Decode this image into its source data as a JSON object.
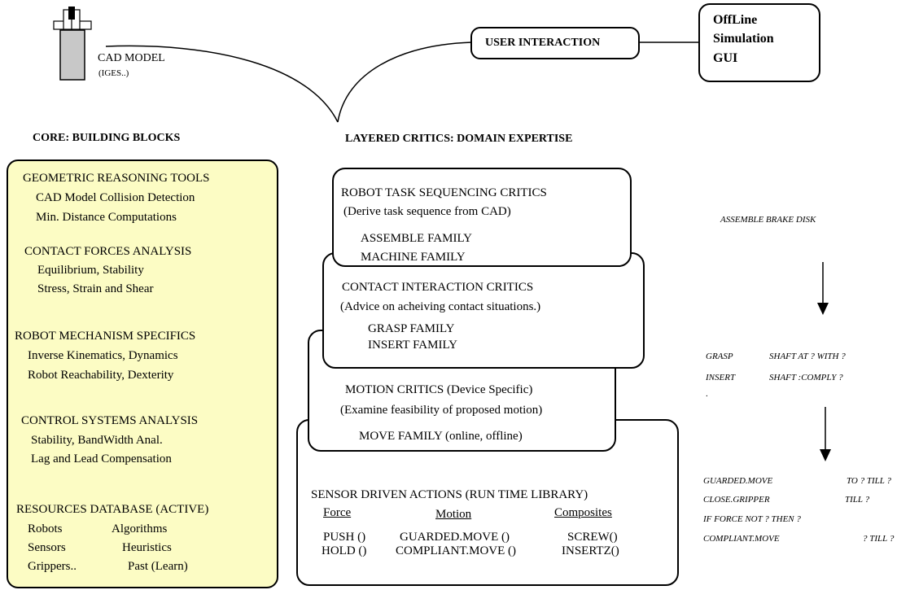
{
  "cad": {
    "title": "CAD  MODEL",
    "subtitle": "(IGES..)"
  },
  "user_interaction": "USER INTERACTION",
  "offline_gui": {
    "line1": "OffLine",
    "line2": "Simulation",
    "line3": "GUI"
  },
  "core_header": "CORE: BUILDING BLOCKS",
  "layered_header": "LAYERED CRITICS: DOMAIN EXPERTISE",
  "core": {
    "geo_title": "GEOMETRIC  REASONING TOOLS",
    "geo_1": "CAD Model Collision Detection",
    "geo_2": "Min. Distance Computations",
    "contact_title": "CONTACT FORCES ANALYSIS",
    "contact_1": "Equilibrium, Stability",
    "contact_2": "Stress, Strain and Shear",
    "robot_title": "ROBOT MECHANISM SPECIFICS",
    "robot_1": "Inverse Kinematics, Dynamics",
    "robot_2": "Robot Reachability, Dexterity",
    "control_title": "CONTROL SYSTEMS ANALYSIS",
    "control_1": "Stability, BandWidth Anal.",
    "control_2": "Lag and Lead Compensation",
    "resources_title": "RESOURCES DATABASE (ACTIVE)",
    "res_robots": "Robots",
    "res_algorithms": "Algorithms",
    "res_sensors": "Sensors",
    "res_heuristics": "Heuristics",
    "res_grippers": "Grippers..",
    "res_past": "Past (Learn)"
  },
  "layers": {
    "task_title": "ROBOT TASK SEQUENCING CRITICS",
    "task_sub": "(Derive task sequence from CAD)",
    "task_f1": "ASSEMBLE  FAMILY",
    "task_f2": "MACHINE  FAMILY",
    "contact_title": "CONTACT INTERACTION CRITICS",
    "contact_sub": "(Advice on acheiving contact situations.)",
    "contact_f1": "GRASP  FAMILY",
    "contact_f2": "INSERT FAMILY",
    "motion_title": "MOTION CRITICS (Device Specific)",
    "motion_sub": "(Examine feasibility of proposed motion)",
    "motion_f1": "MOVE FAMILY (online, offline)",
    "sensor_title": "SENSOR DRIVEN ACTIONS (RUN TIME LIBRARY)",
    "col_force": "Force",
    "col_motion": "Motion",
    "col_composites": "Composites",
    "push": "PUSH ()",
    "hold": "HOLD ()",
    "guarded": "GUARDED.MOVE ()",
    "compliant": "COMPLIANT.MOVE ()",
    "screw": "SCREW()",
    "insertz": "INSERTZ()"
  },
  "right": {
    "assemble": "ASSEMBLE BRAKE DISK",
    "grasp": "GRASP",
    "grasp_args": "SHAFT AT ? WITH ?",
    "insert": "INSERT",
    "insert_args": "SHAFT  :COMPLY ?",
    "dot": ".",
    "guarded": "GUARDED.MOVE",
    "guarded_args": "TO ? TILL ?",
    "close": "CLOSE.GRIPPER",
    "close_args": "TILL  ?",
    "ifforce": "IF FORCE NOT ? THEN ?",
    "compliant": "COMPLIANT.MOVE",
    "compliant_args": "? TILL ?"
  }
}
